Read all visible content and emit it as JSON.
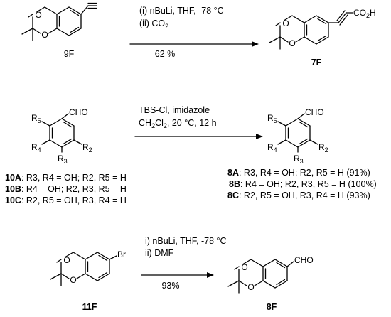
{
  "reaction1": {
    "start_label": "9F",
    "product_label": "7F",
    "cond1": "(i) nBuLi, THF, -78 °C",
    "cond2": "(ii) CO",
    "cond2_sub": "2",
    "yield": "62 %",
    "atoms": {
      "o": "O",
      "co2h": "CO",
      "co2h_sub": "2",
      "co2h_h": "H"
    }
  },
  "reaction2": {
    "cond1": "TBS-Cl, imidazole",
    "cond2_a": "CH",
    "cond2_sub1": "2",
    "cond2_b": "Cl",
    "cond2_sub2": "2",
    "cond2_c": ", 20 °C, 12 h",
    "atoms": {
      "cho": "CHO",
      "r": "R",
      "r5": "5",
      "r4": "4",
      "r3": "3",
      "r2": "2"
    },
    "start_entries": [
      {
        "id": "10A",
        "text": ": R3, R4 = OH; R2, R5 = H"
      },
      {
        "id": "10B",
        "text": ": R4 = OH; R2, R3, R5 = H"
      },
      {
        "id": "10C",
        "text": ": R2, R5 = OH, R3, R4 = H"
      }
    ],
    "product_entries": [
      {
        "id": "8A",
        "text": ": R3, R4 = OH; R2, R5 = H (91%)"
      },
      {
        "id": "8B",
        "text": ": R4 = OH; R2, R3, R5 = H (100%)"
      },
      {
        "id": "8C",
        "text": ": R2, R5 = OH, R3, R4 = H (93%)"
      }
    ]
  },
  "reaction3": {
    "start_label": "11F",
    "product_label": "8F",
    "cond1": "i) nBuLi, THF, -78 °C",
    "cond2": "ii) DMF",
    "yield": "93%",
    "atoms": {
      "br": "Br",
      "cho": "CHO"
    }
  }
}
